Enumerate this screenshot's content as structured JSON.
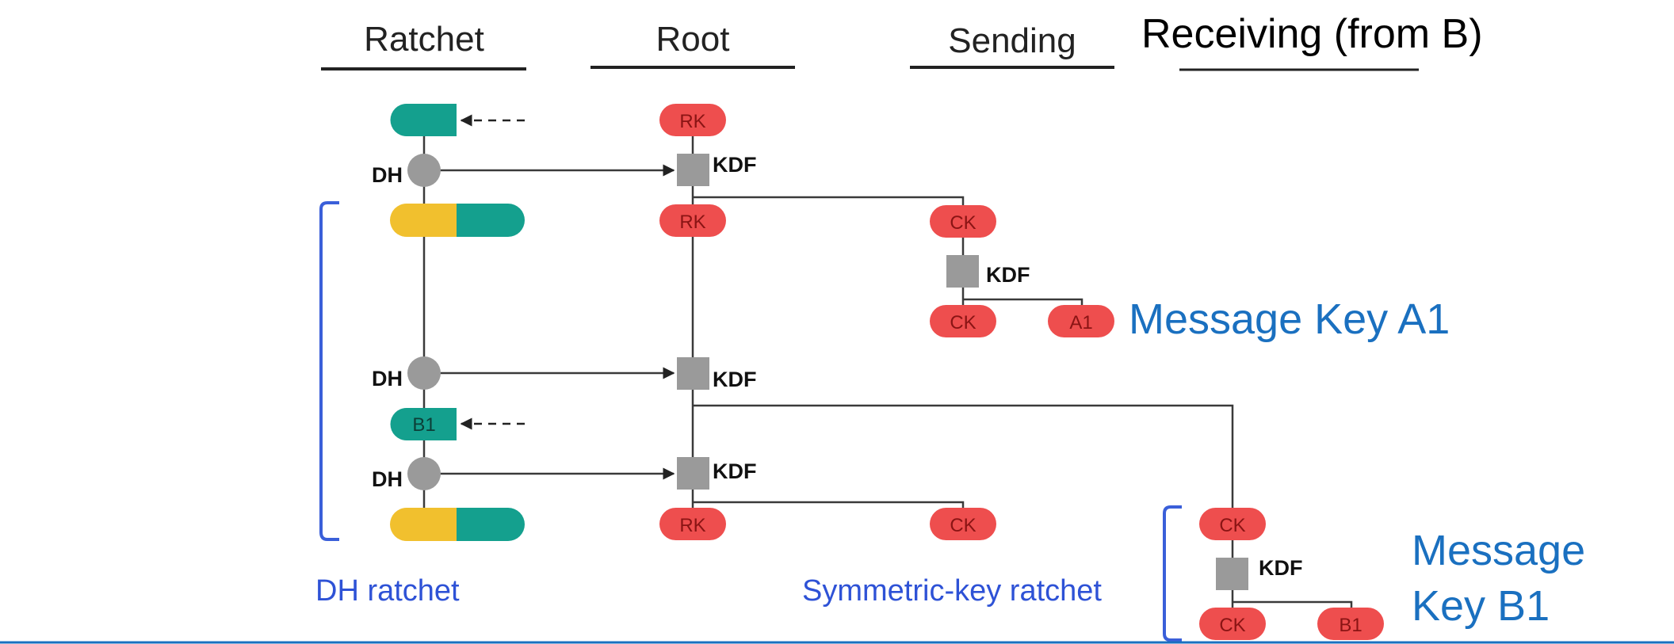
{
  "columns": {
    "ratchet": "Ratchet",
    "root": "Root",
    "sending": "Sending",
    "receiving": "Receiving (from B)"
  },
  "nodes": {
    "rk": "RK",
    "ck": "CK",
    "a1": "A1",
    "b1": "B1",
    "kdf": "KDF",
    "dh": "DH"
  },
  "labels": {
    "dh_ratchet": "DH ratchet",
    "symmetric_ratchet": "Symmetric-key ratchet",
    "message_key_a1": "Message Key A1",
    "message_key_b1_line1": "Message",
    "message_key_b1_line2": "Key B1"
  },
  "colors": {
    "teal": "#14a08e",
    "yellow": "#f1c02e",
    "red": "#ee4e4e",
    "gray": "#9a9a9a",
    "bracket_blue": "#3a5fd9",
    "message_blue": "#1a70c0"
  }
}
